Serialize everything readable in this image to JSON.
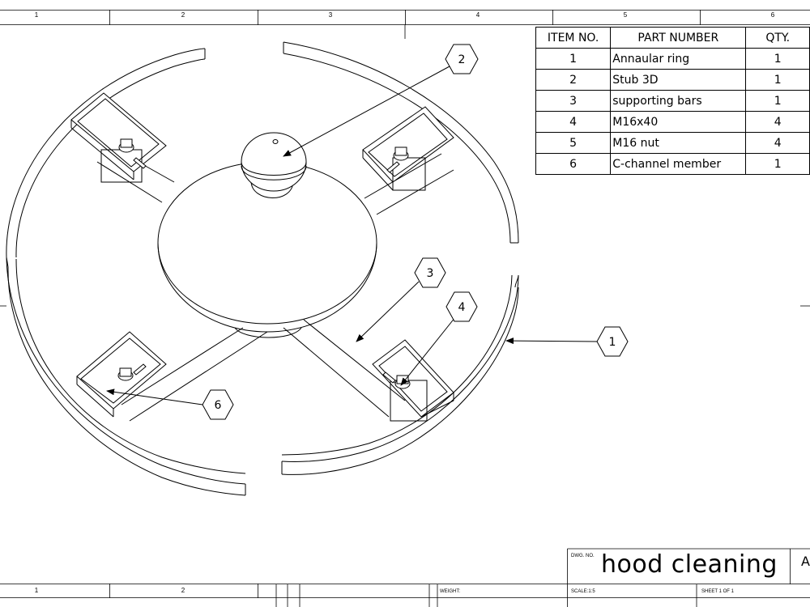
{
  "zones_top": [
    "1",
    "2",
    "3",
    "4",
    "5",
    "6"
  ],
  "zones_bottom": [
    "1",
    "2"
  ],
  "bom": {
    "headers": [
      "ITEM NO.",
      "PART NUMBER",
      "QTY."
    ],
    "rows": [
      {
        "item": "1",
        "part": "Annaular ring",
        "qty": "1"
      },
      {
        "item": "2",
        "part": "Stub 3D",
        "qty": "1"
      },
      {
        "item": "3",
        "part": "supporting bars",
        "qty": "1"
      },
      {
        "item": "4",
        "part": "M16x40",
        "qty": "4"
      },
      {
        "item": "5",
        "part": "M16 nut",
        "qty": "4"
      },
      {
        "item": "6",
        "part": "C-channel member",
        "qty": "1"
      }
    ]
  },
  "balloons": [
    "1",
    "2",
    "3",
    "4",
    "6"
  ],
  "title_block": {
    "dwg_no_label": "DWG. NO.",
    "title": "hood cleaning",
    "size": "A",
    "weight_label": "WEIGHT:",
    "scale_label": "SCALE:1:5",
    "sheet_label": "SHEET 1 OF 1"
  }
}
